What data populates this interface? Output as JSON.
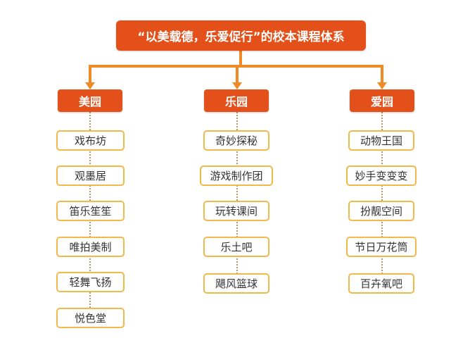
{
  "title": "“以美载德，乐爱促行”的校本课程体系",
  "colors": {
    "primary": "#e4501a",
    "item_border": "#f3b84a",
    "connector": "#f08a24",
    "dotted": "#b8946a"
  },
  "categories": [
    {
      "label": "美园",
      "items": [
        "戏布坊",
        "观墨居",
        "笛乐笙笙",
        "唯拍美制",
        "轻舞飞扬",
        "悦色堂"
      ]
    },
    {
      "label": "乐园",
      "items": [
        "奇妙探秘",
        "游戏制作团",
        "玩转课间",
        "乐土吧",
        "飓风篮球"
      ]
    },
    {
      "label": "爱园",
      "items": [
        "动物王国",
        "妙手变变变",
        "扮靓空间",
        "节日万花筒",
        "百卉氧吧"
      ]
    }
  ]
}
